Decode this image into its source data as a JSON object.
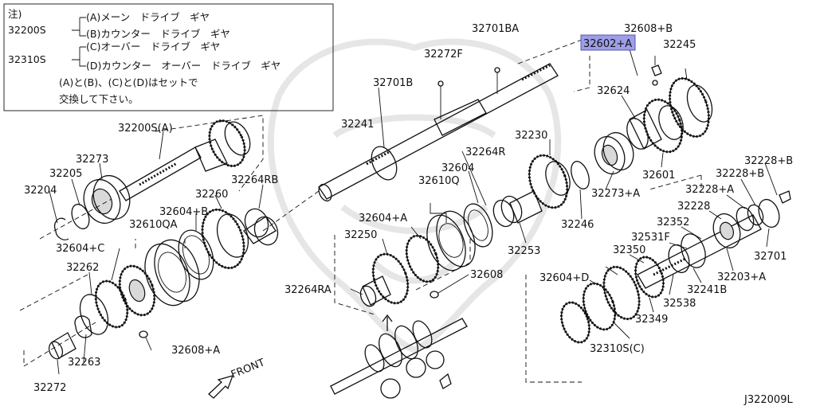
{
  "note": {
    "lines": [
      "注)",
      "32200S",
      "(A)メーン　ドライブ　ギヤ",
      "(B)カウンター　ドライブ　ギヤ",
      "32310S",
      "(C)オーバー　ドライブ　ギヤ",
      "(D)カウンター　オーバー　ドライブ　ギヤ",
      "(A)と(B)、(C)と(D)はセットで",
      "交換して下さい。"
    ]
  },
  "labels": [
    {
      "id": "32200S-A",
      "text": "32200S(A)"
    },
    {
      "id": "32273",
      "text": "32273"
    },
    {
      "id": "32205",
      "text": "32205"
    },
    {
      "id": "32204",
      "text": "32204"
    },
    {
      "id": "32264RB",
      "text": "32264RB"
    },
    {
      "id": "32260",
      "text": "32260"
    },
    {
      "id": "32604B",
      "text": "32604+B"
    },
    {
      "id": "32610QA",
      "text": "32610QA"
    },
    {
      "id": "32604C",
      "text": "32604+C"
    },
    {
      "id": "32262",
      "text": "32262"
    },
    {
      "id": "32608A",
      "text": "32608+A"
    },
    {
      "id": "32263",
      "text": "32263"
    },
    {
      "id": "32272",
      "text": "32272"
    },
    {
      "id": "front",
      "text": "FRONT"
    },
    {
      "id": "32701BA",
      "text": "32701BA"
    },
    {
      "id": "32272F",
      "text": "32272F"
    },
    {
      "id": "32701B",
      "text": "32701B"
    },
    {
      "id": "32241",
      "text": "32241"
    },
    {
      "id": "32264R",
      "text": "32264R"
    },
    {
      "id": "32230",
      "text": "32230"
    },
    {
      "id": "32604",
      "text": "32604"
    },
    {
      "id": "32610Q",
      "text": "32610Q"
    },
    {
      "id": "32604A",
      "text": "32604+A"
    },
    {
      "id": "32250",
      "text": "32250"
    },
    {
      "id": "32253",
      "text": "32253"
    },
    {
      "id": "32246",
      "text": "32246"
    },
    {
      "id": "32608",
      "text": "32608"
    },
    {
      "id": "32264RA",
      "text": "32264RA"
    },
    {
      "id": "32602A",
      "text": "32602+A",
      "highlight": "32602"
    },
    {
      "id": "32608B",
      "text": "32608+B"
    },
    {
      "id": "32245",
      "text": "32245"
    },
    {
      "id": "32624",
      "text": "32624"
    },
    {
      "id": "32273A",
      "text": "32273+A"
    },
    {
      "id": "32601",
      "text": "32601"
    },
    {
      "id": "32228B1",
      "text": "32228+B"
    },
    {
      "id": "32228B2",
      "text": "32228+B"
    },
    {
      "id": "32228A",
      "text": "32228+A"
    },
    {
      "id": "32228",
      "text": "32228"
    },
    {
      "id": "32352",
      "text": "32352"
    },
    {
      "id": "32531F",
      "text": "32531F"
    },
    {
      "id": "32350",
      "text": "32350"
    },
    {
      "id": "32604D",
      "text": "32604+D"
    },
    {
      "id": "32701",
      "text": "32701"
    },
    {
      "id": "32203A",
      "text": "32203+A"
    },
    {
      "id": "32241B",
      "text": "32241B"
    },
    {
      "id": "32538",
      "text": "32538"
    },
    {
      "id": "32349",
      "text": "32349"
    },
    {
      "id": "32310S-C",
      "text": "32310S(C)"
    }
  ],
  "highlight_color": "#9e9ee8",
  "figure_code": "J322009L"
}
